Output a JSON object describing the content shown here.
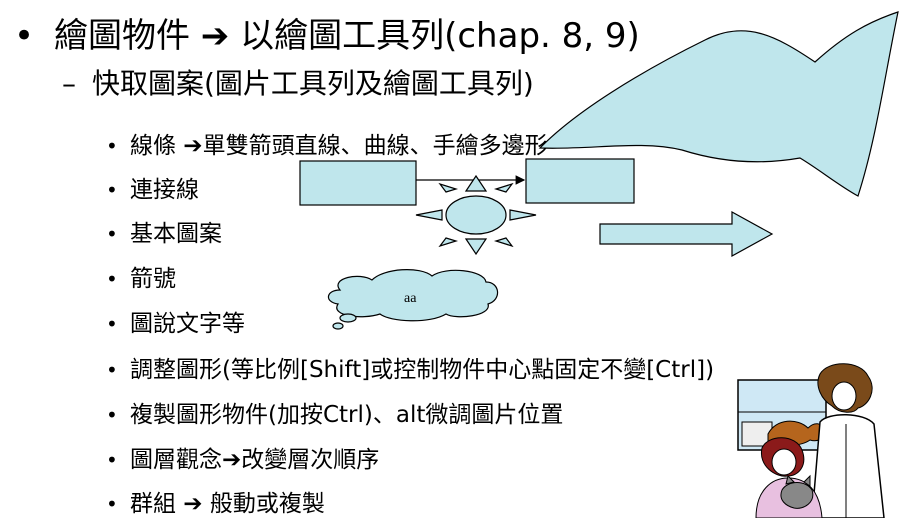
{
  "heading": {
    "bullet": "•",
    "text": "繪圖物件 ➔ 以繪圖工具列(chap. 8, 9)"
  },
  "subheading": {
    "dash": "–",
    "text": "快取圖案(圖片工具列及繪圖工具列)"
  },
  "items": [
    {
      "bullet": "•",
      "text": "線條 ➔單雙箭頭直線、曲線、手繪多邊形"
    },
    {
      "bullet": "•",
      "text": "連接線"
    },
    {
      "bullet": "•",
      "text": "基本圖案"
    },
    {
      "bullet": "•",
      "text": "箭號"
    },
    {
      "bullet": "•",
      "text": "圖說文字等"
    },
    {
      "bullet": "•",
      "text": "調整圖形(等比例[Shift]或控制物件中心點固定不變[Ctrl])"
    },
    {
      "bullet": "•",
      "text": "複製圖形物件(加按Ctrl)、alt微調圖片位置"
    },
    {
      "bullet": "•",
      "text": "圖層觀念➔改變層次順序"
    },
    {
      "bullet": "•",
      "text": "群組 ➔ 般動或複製"
    }
  ],
  "callout": {
    "text": "aa"
  },
  "colors": {
    "shape_fill": "#bfe6ec",
    "shape_stroke": "#000000"
  },
  "icons": [
    "freeform-shape",
    "connector-boxes",
    "sun-shape",
    "block-arrow",
    "cloud-callout",
    "clipart-people-pets"
  ]
}
